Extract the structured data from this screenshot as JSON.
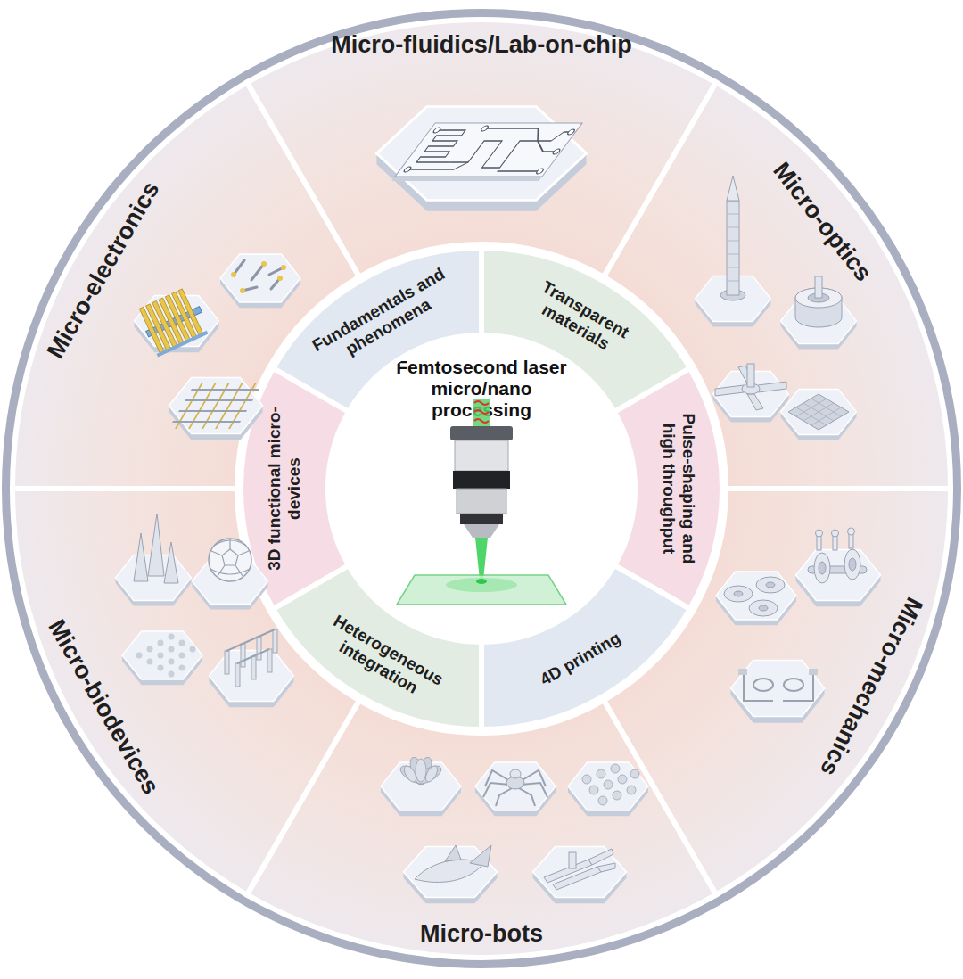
{
  "diagram": {
    "nodes": [
      {
        "text": [
          "Femtosecond laser micro/nano processing"
        ]
      },
      {
        "text": [
          "Fundamentals and phenomena"
        ]
      },
      {
        "text": [
          "Transparent materials"
        ]
      },
      {
        "text": [
          "Pulse-shaping and high throughput"
        ]
      },
      {
        "text": [
          "4D printing"
        ]
      },
      {
        "text": [
          "Heterogeneous integration"
        ]
      },
      {
        "text": [
          "3D functional micro-devices"
        ]
      },
      {
        "text": [
          "Micro-fluidics/Lab-on-chip"
        ]
      },
      {
        "text": [
          "Micro-optics"
        ]
      },
      {
        "text": [
          "Micro-mechanics"
        ]
      },
      {
        "text": [
          "Micro-bots"
        ]
      },
      {
        "text": [
          "Micro-biodevices"
        ]
      },
      {
        "text": [
          "Micro-electronics"
        ]
      }
    ]
  }
}
